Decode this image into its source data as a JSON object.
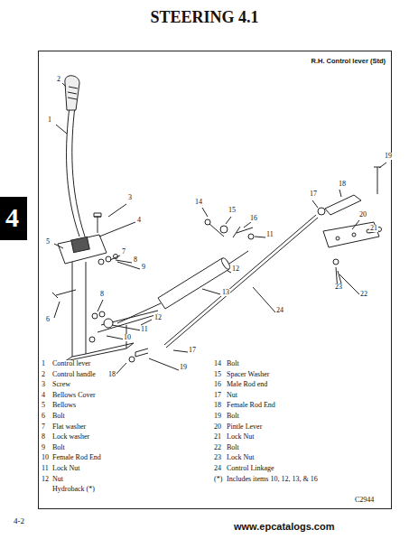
{
  "diagram": {
    "title": "STEERING 4.1",
    "nodes": [
      {
        "text": [
          "R.H. Control lever (Std)"
        ]
      }
    ],
    "labels": [
      "2",
      "1",
      "3",
      "4",
      "5",
      "7",
      "8",
      "9",
      "6",
      "8",
      "10",
      "12",
      "11",
      "13",
      "14",
      "15",
      "16",
      "11",
      "12",
      "17",
      "18",
      "19",
      "24",
      "23",
      "17",
      "18",
      "19",
      "20",
      "21",
      "22",
      "23",
      "1",
      "Control lever",
      "2",
      "Control handle",
      "3",
      "Screw",
      "4",
      "Bellows Cover",
      "5",
      "Bellows",
      "6",
      "Bolt",
      "7",
      "Flat  washer",
      "8",
      "Lock washer",
      "9",
      "Bolt",
      "10",
      "Female Rod End",
      "11",
      "Lock Nut",
      "12",
      "Nut",
      "Hydroback (*)",
      "14",
      "Bolt",
      "15",
      "Spacer Washer",
      "16",
      "Male Rod end",
      "17",
      "Nut",
      "18",
      "Female Rod End",
      "19",
      "Bolt",
      "20",
      "Pintle Lever",
      "21",
      "Lock Nut",
      "22",
      "Bolt",
      "23",
      "Lock Nut",
      "24",
      "Control Linkage",
      "(*)",
      "Includes items 10, 12, 13, & 16",
      "4",
      "4-2",
      "C2944",
      "www.epcatalogs.com"
    ]
  }
}
